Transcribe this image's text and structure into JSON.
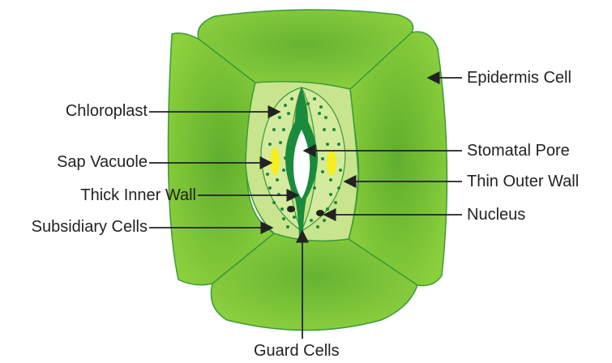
{
  "labels": {
    "chloroplast": "Chloroplast",
    "sap_vacuole": "Sap Vacuole",
    "thick_inner_wall": "Thick Inner Wall",
    "subsidiary_cells": "Subsidiary Cells",
    "epidermis_cell": "Epidermis Cell",
    "stomatal_pore": "Stomatal Pore",
    "thin_outer_wall": "Thin Outer Wall",
    "nucleus": "Nucleus",
    "guard_cells": "Guard Cells"
  },
  "colors": {
    "epidermis_light": "#8cd03c",
    "epidermis_dark": "#5fae2e",
    "subsidiary": "#c8e48c",
    "guard_cell": "#d4ea9e",
    "wall_dark": "#1a8a3c",
    "pore": "#ffffff",
    "vacuole": "#f5ee20",
    "outline": "#3a9a3a",
    "leader": "#222222"
  }
}
